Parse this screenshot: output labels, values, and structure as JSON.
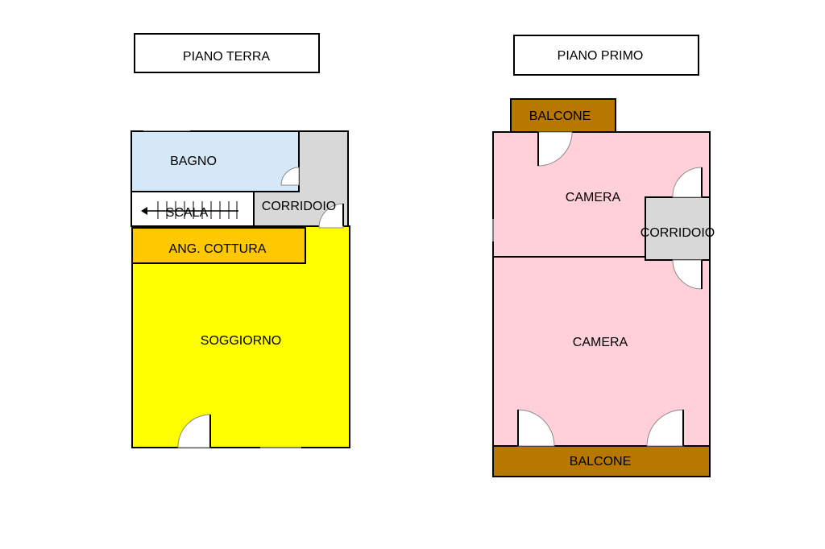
{
  "ground_floor": {
    "title": "PIANO TERRA",
    "rooms": {
      "bagno": "BAGNO",
      "scala": "SCALA",
      "corridoio": "CORRIDOIO",
      "cottura": "ANG. COTTURA",
      "soggiorno": "SOGGIORNO"
    }
  },
  "first_floor": {
    "title": "PIANO PRIMO",
    "rooms": {
      "balcone_top": "BALCONE",
      "camera_1": "CAMERA",
      "corridoio": "CORRIDOIO",
      "camera_2": "CAMERA",
      "balcone_bottom": "BALCONE"
    }
  },
  "colors": {
    "bagno": "#d5e8f8",
    "scala": "#ffffff",
    "corridoio": "#d8d8d8",
    "cottura": "#ffc800",
    "soggiorno": "#ffff00",
    "camera": "#ffd0da",
    "balcone": "#b87800",
    "door_fill": "#ffffff",
    "door_stroke": "#888888"
  }
}
